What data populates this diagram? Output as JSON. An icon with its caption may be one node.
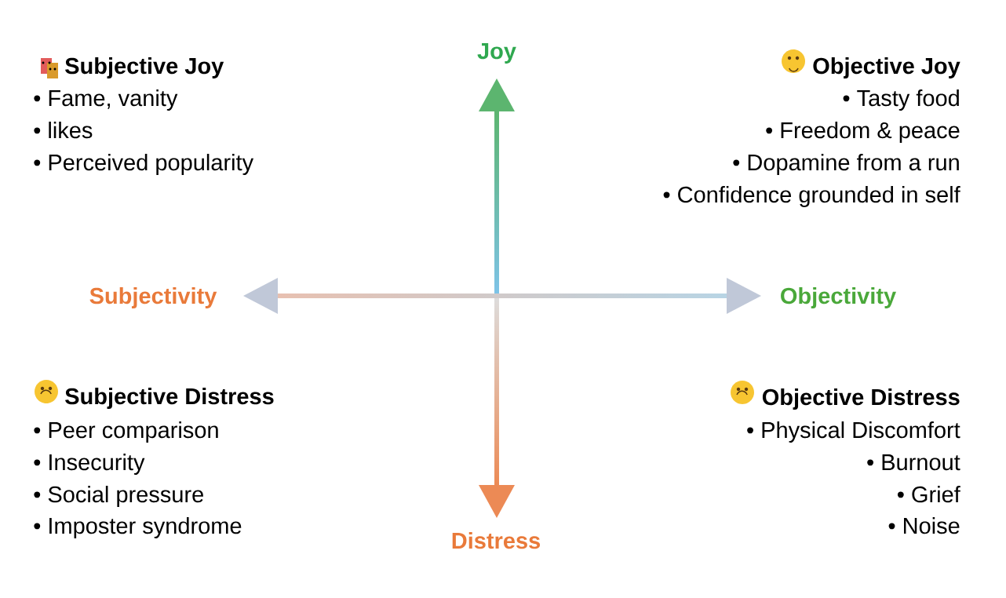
{
  "diagram": {
    "labels": [
      "Subjective Joy",
      "• Fame, vanity",
      "• likes",
      "• Perceived popularity",
      "Joy",
      "Objective Joy",
      "• Tasty food",
      "• Freedom & peace",
      "• Dopamine from a run",
      "• Confidence grounded in self",
      "Subjectivity",
      "Objectivity",
      "Subjective Distress",
      "• Peer comparison",
      "• Insecurity",
      "• Social pressure",
      "• Imposter syndrome",
      "Objective Distress",
      "• Physical Discomfort",
      "• Burnout",
      "• Grief",
      "• Noise",
      "Distress"
    ]
  }
}
